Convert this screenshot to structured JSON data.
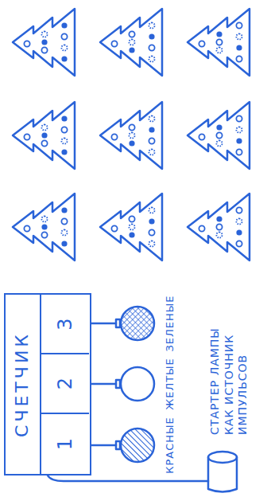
{
  "diagram": {
    "nodes": [
      {
        "text": [
          "СЧЕТЧИК"
        ]
      },
      {
        "text": [
          "1"
        ],
        "in": 0
      },
      {
        "text": [
          "2"
        ],
        "in": 0
      },
      {
        "text": [
          "3"
        ],
        "in": 0
      }
    ],
    "labels": [
      "КРАСНЫЕ",
      "ЖЕЛТЫЕ",
      "ЗЕЛЕНЫЕ",
      "СТАРТЕР ЛАМПЫ КАК ИСТОЧНИК ИМПУЛЬСОВ"
    ]
  }
}
